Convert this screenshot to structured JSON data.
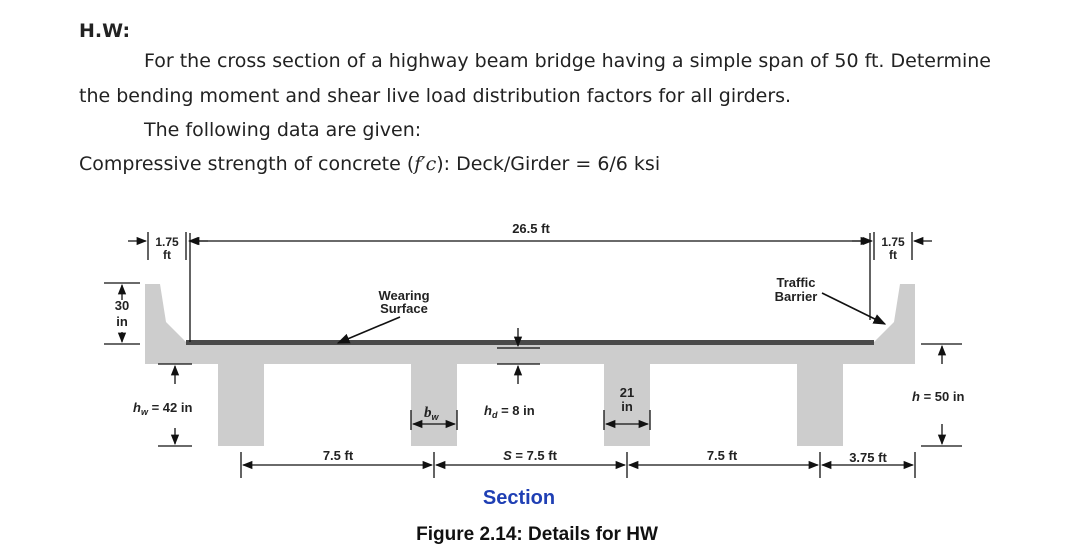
{
  "header": {
    "hw_label": "H.W:",
    "intro_line1": "For the cross section of a highway beam bridge having a simple span of 50 ft. Determine",
    "intro_line2": "the bending moment and shear live load distribution factors for all girders.",
    "data_intro": "The following data are given:",
    "fc_prefix": "Compressive strength of concrete (",
    "fc_symbol": "f′c",
    "fc_suffix": "): Deck/Girder = 6/6 ksi"
  },
  "diagram": {
    "dim_deck_width": "26.5 ft",
    "dim_overhang_left_top": "1.75",
    "dim_overhang_left_unit": "ft",
    "dim_overhang_right_top": "1.75",
    "dim_overhang_right_unit": "ft",
    "dim_barrier_height_top": "30",
    "dim_barrier_height_unit": "in",
    "wearing_surface_top": "Wearing",
    "wearing_surface_bottom": "Surface",
    "traffic_barrier_top": "Traffic",
    "traffic_barrier_bottom": "Barrier",
    "hw_dim": "h",
    "hw_dim_sub": "w",
    "hw_dim_value": " = 42 in",
    "bw_dim": "b",
    "bw_dim_sub": "w",
    "hd_dim": "h",
    "hd_dim_sub": "d",
    "hd_dim_value": " = 8 in",
    "web_width_top": "21",
    "web_width_unit": "in",
    "h_total": "h",
    "h_total_value": " = 50 in",
    "spacing_1": "7.5 ft",
    "spacing_s_sym": "S",
    "spacing_s_value": " = 7.5 ft",
    "spacing_3": "7.5 ft",
    "overhang_bottom": "3.75 ft",
    "section_title": "Section",
    "figure_caption": "Figure 2.14: Details for HW"
  },
  "colors": {
    "concrete": "#cdcdcd",
    "wearing_surface": "#4a4a4a",
    "section_title": "#1f3fb4"
  }
}
